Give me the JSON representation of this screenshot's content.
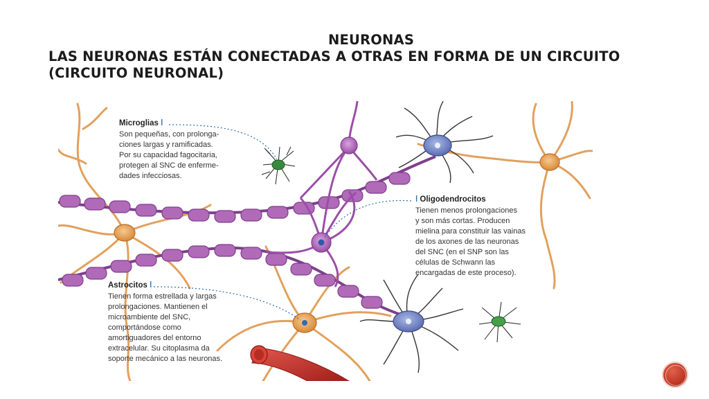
{
  "title": {
    "line1": "NEURONAS",
    "line2": "LAS NEURONAS ESTÁN CONECTADAS A OTRAS EN FORMA DE UN CIRCUITO",
    "line3": "(CIRCUITO NEURONAL)"
  },
  "labels": {
    "microglias": {
      "head": "Microglias",
      "body": [
        "Son pequeñas, con prolonga-",
        "ciones largas y ramificadas.",
        "Por su capacidad fagocitaria,",
        "protegen al SNC de enferme-",
        "dades infecciosas."
      ]
    },
    "oligodendrocitos": {
      "head": "Oligodendrocitos",
      "body": [
        "Tienen menos prolongaciones",
        "y  son más cortas. Producen",
        "mielina para constituir las vainas",
        "de los axones de las neuronas",
        "del SNC (en el SNP son las",
        "células de Schwann las",
        "encargadas de este proceso)."
      ]
    },
    "astrocitos": {
      "head": "Astrocitos",
      "body": [
        "Tienen forma estrellada y largas",
        "prolongaciones. Mantienen el",
        "microambiente del SNC,",
        "comportándose como",
        "amortiguadores del entorno",
        "extracelular. Su citoplasma da",
        "soporte mecánico a las neuronas."
      ]
    }
  },
  "colors": {
    "myelin": "#b06ab8",
    "axon": "#7e3f8c",
    "astrocyte": "#e8a35a",
    "neuron": "#6f82c4",
    "microglia": "#3a8a3e",
    "vessel": "#c8332b",
    "accent": "#2b6db2"
  }
}
